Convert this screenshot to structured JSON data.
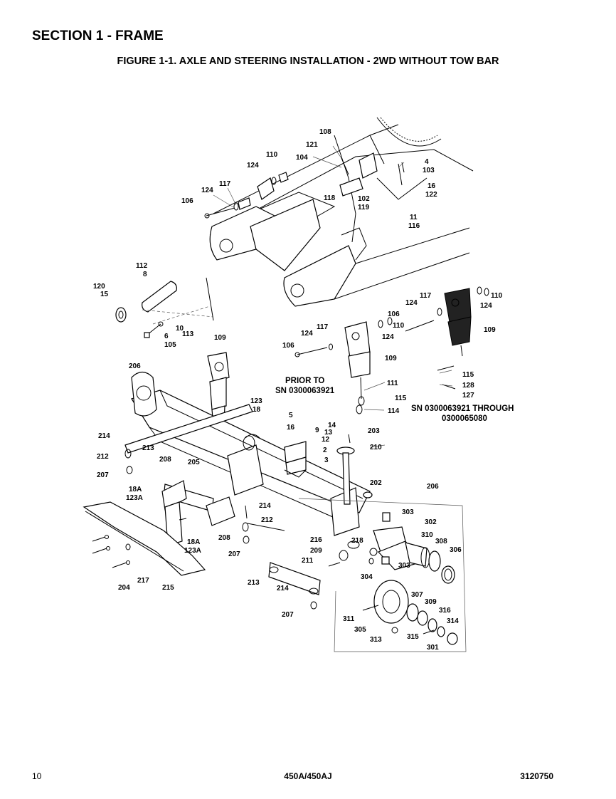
{
  "header": {
    "section": "SECTION 1 - FRAME",
    "figure": "FIGURE 1-1. AXLE AND STEERING INSTALLATION - 2WD WITHOUT TOW BAR"
  },
  "notes": {
    "prior_line1": "PRIOR TO",
    "prior_line2": "SN 0300063921",
    "through_line1": "SN 0300063921 THROUGH",
    "through_line2": "0300065080"
  },
  "labels": [
    "108",
    "121",
    "104",
    "110",
    "124",
    "4",
    "103",
    "117",
    "124",
    "106",
    "118",
    "102",
    "119",
    "16",
    "122",
    "11",
    "116",
    "112",
    "8",
    "120",
    "15",
    "10",
    "6",
    "113",
    "105",
    "109",
    "117",
    "124",
    "110",
    "124",
    "106",
    "110",
    "124",
    "109",
    "117",
    "124",
    "106",
    "109",
    "115",
    "128",
    "127",
    "111",
    "115",
    "114",
    "206",
    "123",
    "18",
    "5",
    "16",
    "9",
    "14",
    "13",
    "12",
    "2",
    "3",
    "203",
    "210",
    "214",
    "213",
    "212",
    "208",
    "205",
    "207",
    "18A",
    "123A",
    "214",
    "212",
    "202",
    "206",
    "303",
    "302",
    "310",
    "308",
    "306",
    "18A",
    "123A",
    "208",
    "207",
    "216",
    "209",
    "218",
    "211",
    "303",
    "304",
    "213",
    "214",
    "204",
    "217",
    "215",
    "307",
    "309",
    "316",
    "314",
    "311",
    "305",
    "313",
    "315",
    "301",
    "207"
  ],
  "footer": {
    "page": "10",
    "model": "450A/450AJ",
    "doc": "3120750"
  }
}
